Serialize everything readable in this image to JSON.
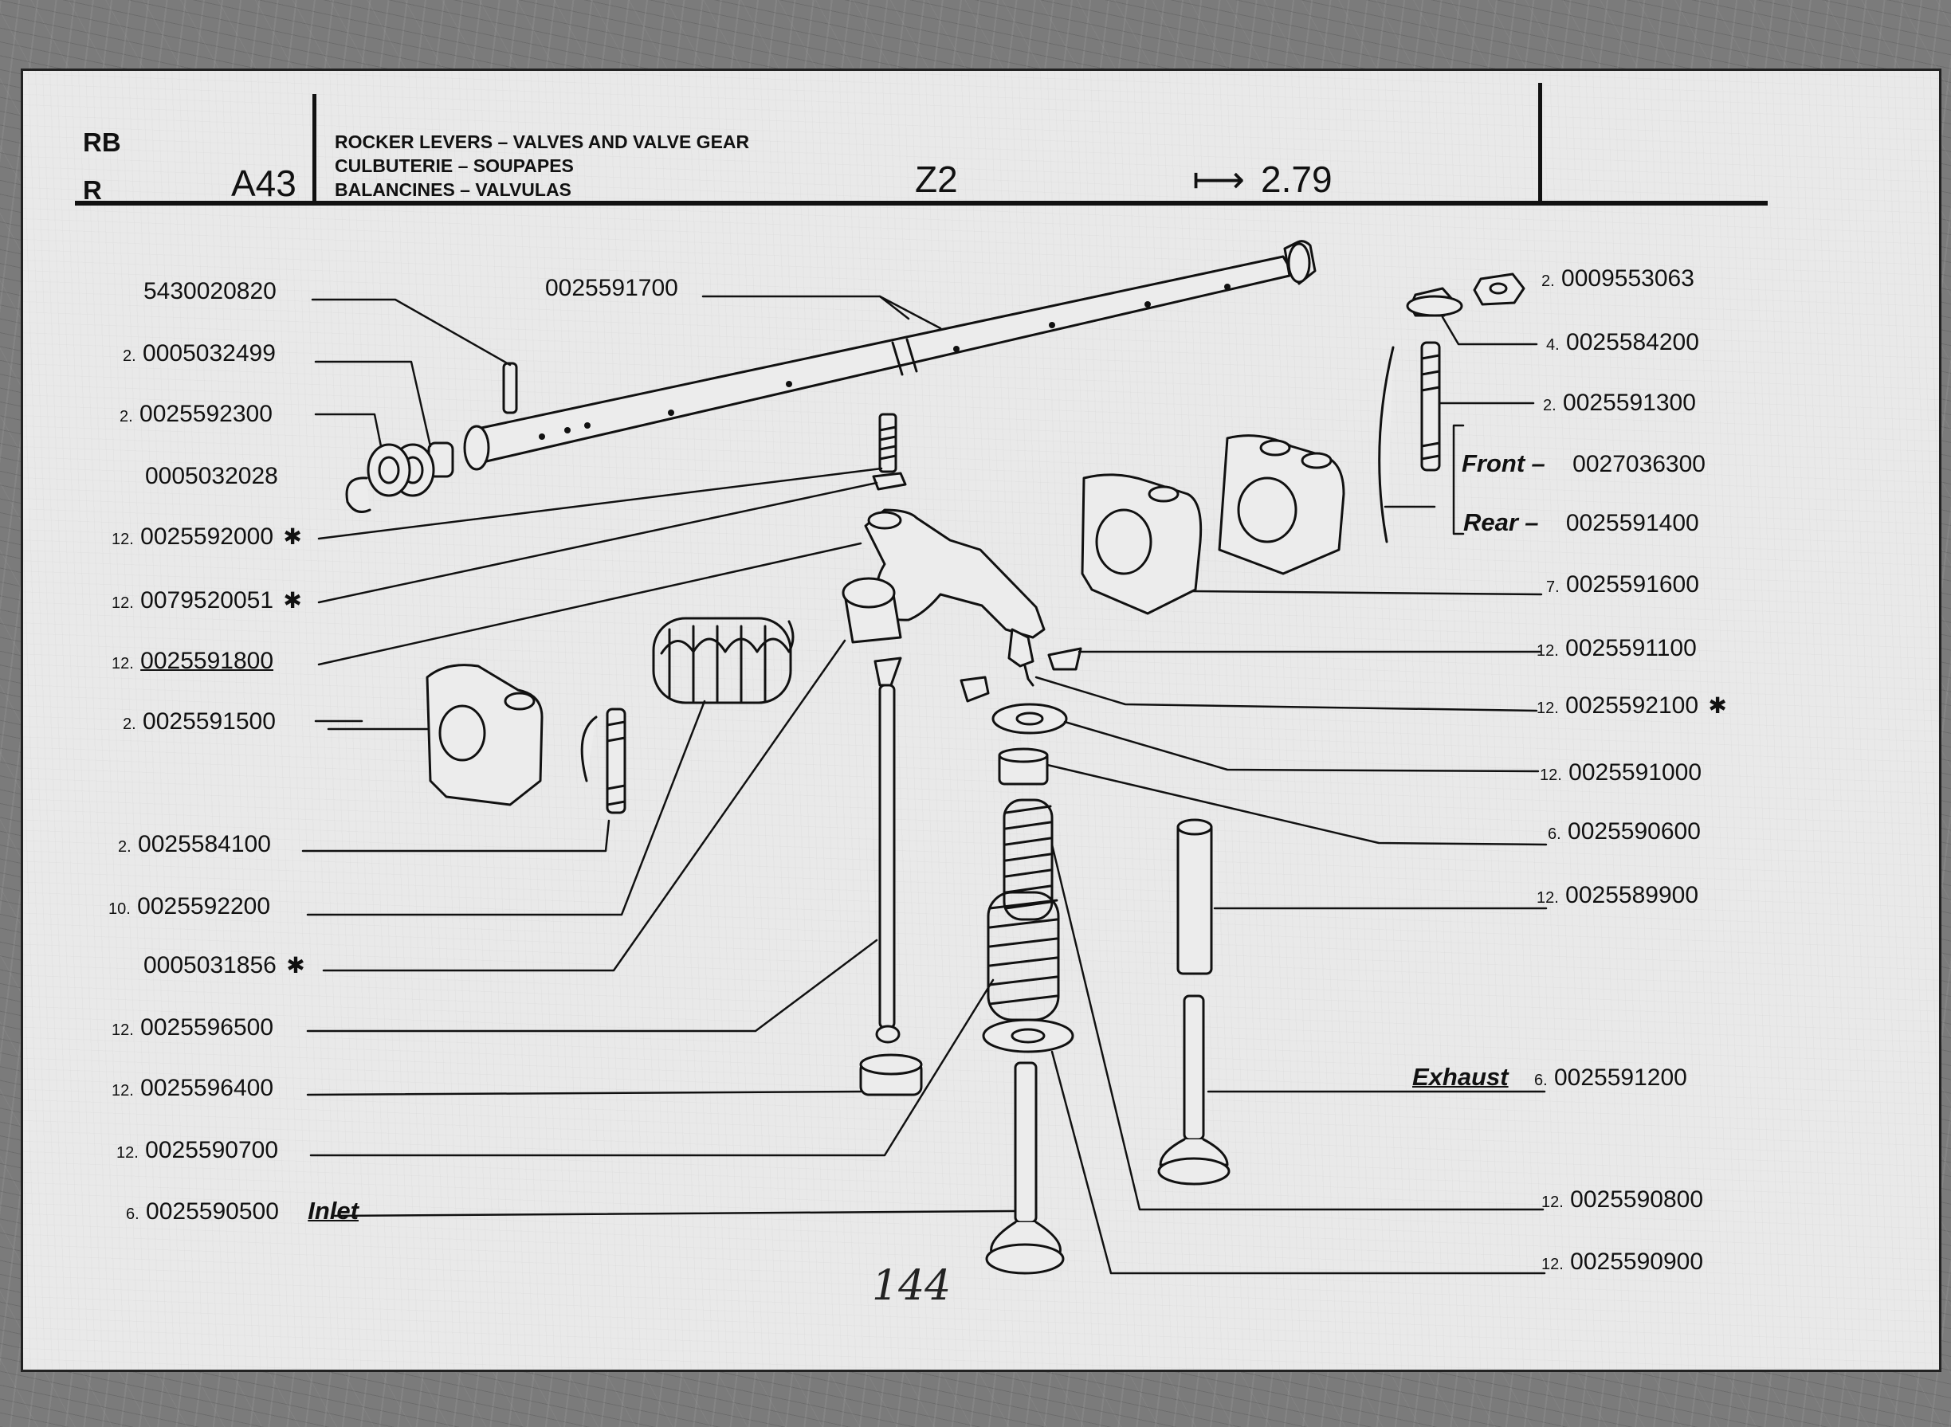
{
  "header": {
    "code_rb": "RB",
    "code_r": "R",
    "group": "A43",
    "title_en": "ROCKER LEVERS – VALVES AND VALVE GEAR",
    "title_fr": "CULBUTERIE – SOUPAPES",
    "title_es": "BALANCINES – VALVULAS",
    "model": "Z2",
    "validity_arrow": "⟼",
    "validity_date": "2.79"
  },
  "parts_left": [
    {
      "qty": "",
      "number": "5430020820",
      "star": ""
    },
    {
      "qty": "2.",
      "number": "0005032499",
      "star": ""
    },
    {
      "qty": "2.",
      "number": "0025592300",
      "star": ""
    },
    {
      "qty": "",
      "number": "0005032028",
      "star": ""
    },
    {
      "qty": "12.",
      "number": "0025592000",
      "star": "✱"
    },
    {
      "qty": "12.",
      "number": "0079520051",
      "star": "✱"
    },
    {
      "qty": "12.",
      "number": "0025591800",
      "star": ""
    },
    {
      "qty": "2.",
      "number": "0025591500",
      "star": ""
    },
    {
      "qty": "2.",
      "number": "0025584100",
      "star": ""
    },
    {
      "qty": "10.",
      "number": "0025592200",
      "star": ""
    },
    {
      "qty": "",
      "number": "0005031856",
      "star": "✱"
    },
    {
      "qty": "12.",
      "number": "0025596500",
      "star": ""
    },
    {
      "qty": "12.",
      "number": "0025596400",
      "star": ""
    },
    {
      "qty": "12.",
      "number": "0025590700",
      "star": ""
    },
    {
      "qty": "6.",
      "number": "0025590500",
      "star": ""
    }
  ],
  "part_top_center": {
    "qty": "",
    "number": "0025591700"
  },
  "parts_right": [
    {
      "qty": "2.",
      "number": "0009553063",
      "star": "",
      "tag": ""
    },
    {
      "qty": "4.",
      "number": "0025584200",
      "star": "",
      "tag": ""
    },
    {
      "qty": "2.",
      "number": "0025591300",
      "star": "",
      "tag": ""
    },
    {
      "qty": "",
      "number": "0027036300",
      "star": "",
      "tag": "Front"
    },
    {
      "qty": "",
      "number": "0025591400",
      "star": "",
      "tag": "Rear"
    },
    {
      "qty": "7.",
      "number": "0025591600",
      "star": "",
      "tag": ""
    },
    {
      "qty": "12.",
      "number": "0025591100",
      "star": "",
      "tag": ""
    },
    {
      "qty": "12.",
      "number": "0025592100",
      "star": "✱",
      "tag": ""
    },
    {
      "qty": "12.",
      "number": "0025591000",
      "star": "",
      "tag": ""
    },
    {
      "qty": "6.",
      "number": "0025590600",
      "star": "",
      "tag": ""
    },
    {
      "qty": "12.",
      "number": "0025589900",
      "star": "",
      "tag": ""
    },
    {
      "qty": "6.",
      "number": "0025591200",
      "star": "",
      "tag": "Exhaust"
    },
    {
      "qty": "12.",
      "number": "0025590800",
      "star": "",
      "tag": ""
    },
    {
      "qty": "12.",
      "number": "0025590900",
      "star": "",
      "tag": ""
    }
  ],
  "labels": {
    "front_dash": "–",
    "rear_dash": "–",
    "inlet": "Inlet"
  },
  "page_number": "144"
}
